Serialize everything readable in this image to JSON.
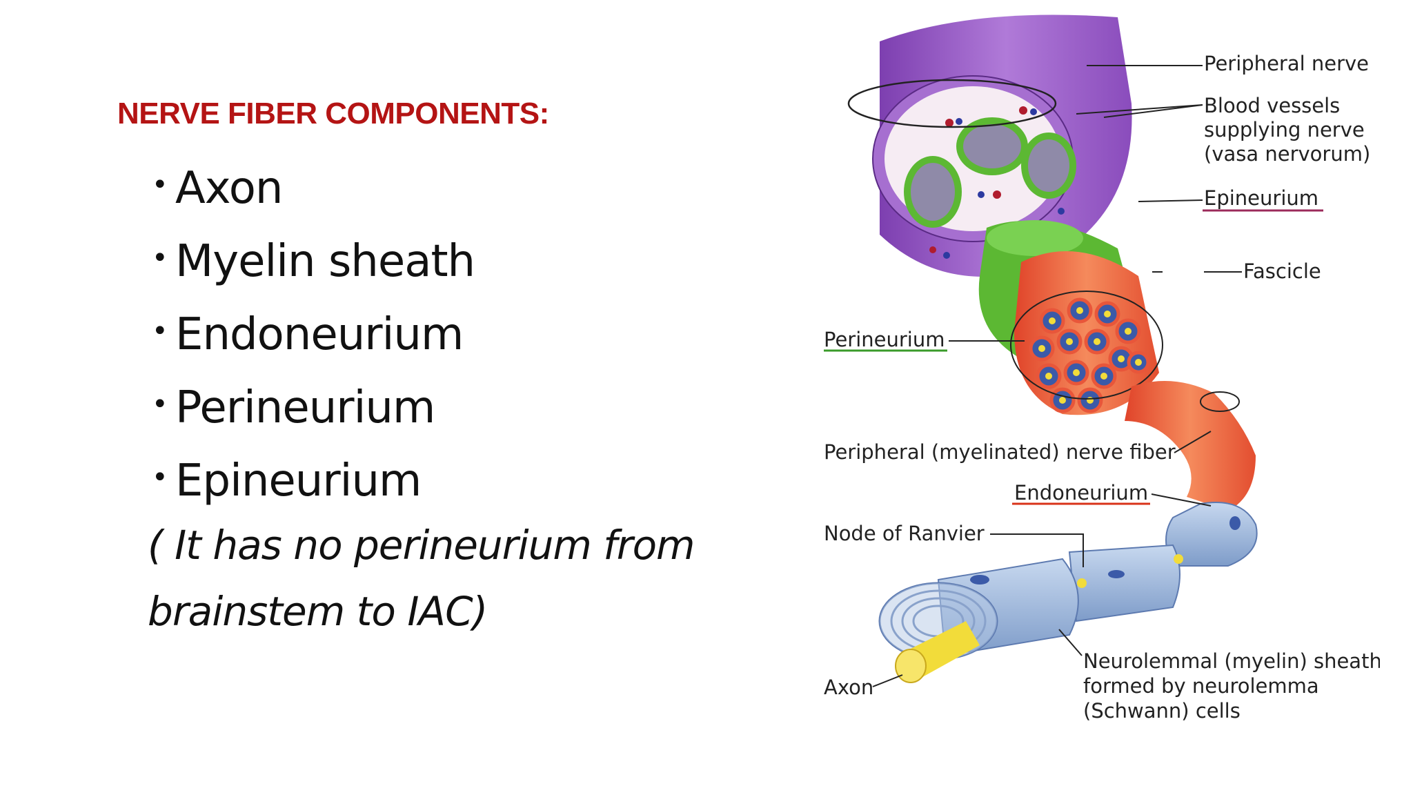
{
  "heading": "NERVE FIBER COMPONENTS:",
  "bullets": [
    "Axon",
    "Myelin sheath",
    "Endoneurium",
    "Perineurium",
    "Epineurium"
  ],
  "note": "( It has no perineurium from brainstem to IAC)",
  "diagram": {
    "labels": {
      "peripheral_nerve": "Peripheral nerve",
      "blood_vessels_1": "Blood vessels",
      "blood_vessels_2": "supplying nerve",
      "blood_vessels_3": "(vasa nervorum)",
      "epineurium": "Epineurium",
      "fascicle": "Fascicle",
      "perineurium": "Perineurium",
      "nerve_fiber": "Peripheral (myelinated) nerve fiber",
      "endoneurium": "Endoneurium",
      "node_of_ranvier": "Node of Ranvier",
      "axon": "Axon",
      "sheath_1": "Neurolemmal (myelin) sheath",
      "sheath_2": "formed by neurolemma",
      "sheath_3": "(Schwann) cells"
    },
    "colors": {
      "heading": "#b41414",
      "epineurium": "#9b59c6",
      "perineurium": "#5cb833",
      "fibers": "#e8563a",
      "myelin": "#9fb9dc",
      "axon": "#f2dc3a"
    }
  }
}
